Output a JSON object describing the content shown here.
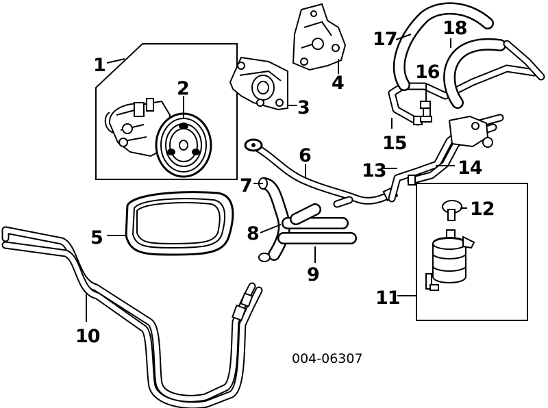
{
  "diagram": {
    "part_numbers": {
      "p1": "1",
      "p2": "2",
      "p3": "3",
      "p4": "4",
      "p5": "5",
      "p6": "6",
      "p7": "7",
      "p8": "8",
      "p9": "9",
      "p10": "10",
      "p11": "11",
      "p12": "12",
      "p13": "13",
      "p14": "14",
      "p15": "15",
      "p16": "16",
      "p17": "17",
      "p18": "18"
    },
    "diagram_code": "004-06307"
  }
}
